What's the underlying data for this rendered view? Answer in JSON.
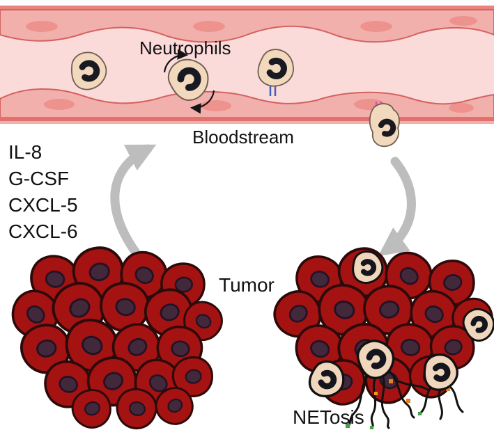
{
  "figure": {
    "labels": {
      "neutrophils": "Neutrophils",
      "bloodstream": "Bloodstream",
      "tumor": "Tumor",
      "netosis": "NETosis"
    },
    "cytokines": [
      "IL-8",
      "G-CSF",
      "CXCL-5",
      "CXCL-6"
    ],
    "colors": {
      "vessel_wall": "#f2b0ad",
      "vessel_lumen": "#fbdada",
      "vessel_border": "#d4625e",
      "endothelial_nucleus": "#ee928e",
      "neutrophil_body": "#f2d8bd",
      "neutrophil_nucleus": "#191922",
      "tumor_cell": "#a51212",
      "tumor_cell_outline": "#2d0a0a",
      "tumor_nucleus": "#41283a",
      "arrow_gray": "#bdbdbd",
      "net_fiber": "#111111"
    }
  }
}
